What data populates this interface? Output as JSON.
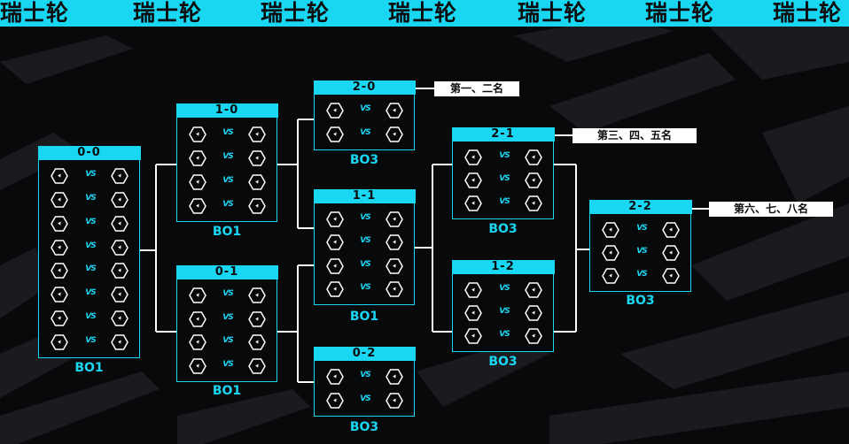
{
  "banner": {
    "repeat_text": "瑞士轮",
    "color": "#19d6f2"
  },
  "colors": {
    "accent": "#19d6f2",
    "background": "#08090b",
    "label_bg": "#ffffff",
    "connector": "#ffffff"
  },
  "vs_text": "VS",
  "team_icon": "hexagon-team-icon",
  "groups": [
    {
      "id": "g00",
      "record": "0-0",
      "format": "BO1",
      "matches": 8
    },
    {
      "id": "g10",
      "record": "1-0",
      "format": "BO1",
      "matches": 4
    },
    {
      "id": "g01",
      "record": "0-1",
      "format": "BO1",
      "matches": 4
    },
    {
      "id": "g20",
      "record": "2-0",
      "format": "BO3",
      "matches": 2,
      "rank": "第一、二名"
    },
    {
      "id": "g11",
      "record": "1-1",
      "format": "BO1",
      "matches": 4
    },
    {
      "id": "g02",
      "record": "0-2",
      "format": "BO3",
      "matches": 2
    },
    {
      "id": "g21",
      "record": "2-1",
      "format": "BO3",
      "matches": 3,
      "rank": "第三、四、五名"
    },
    {
      "id": "g12",
      "record": "1-2",
      "format": "BO3",
      "matches": 3
    },
    {
      "id": "g22",
      "record": "2-2",
      "format": "BO3",
      "matches": 3,
      "rank": "第六、七、八名"
    }
  ]
}
